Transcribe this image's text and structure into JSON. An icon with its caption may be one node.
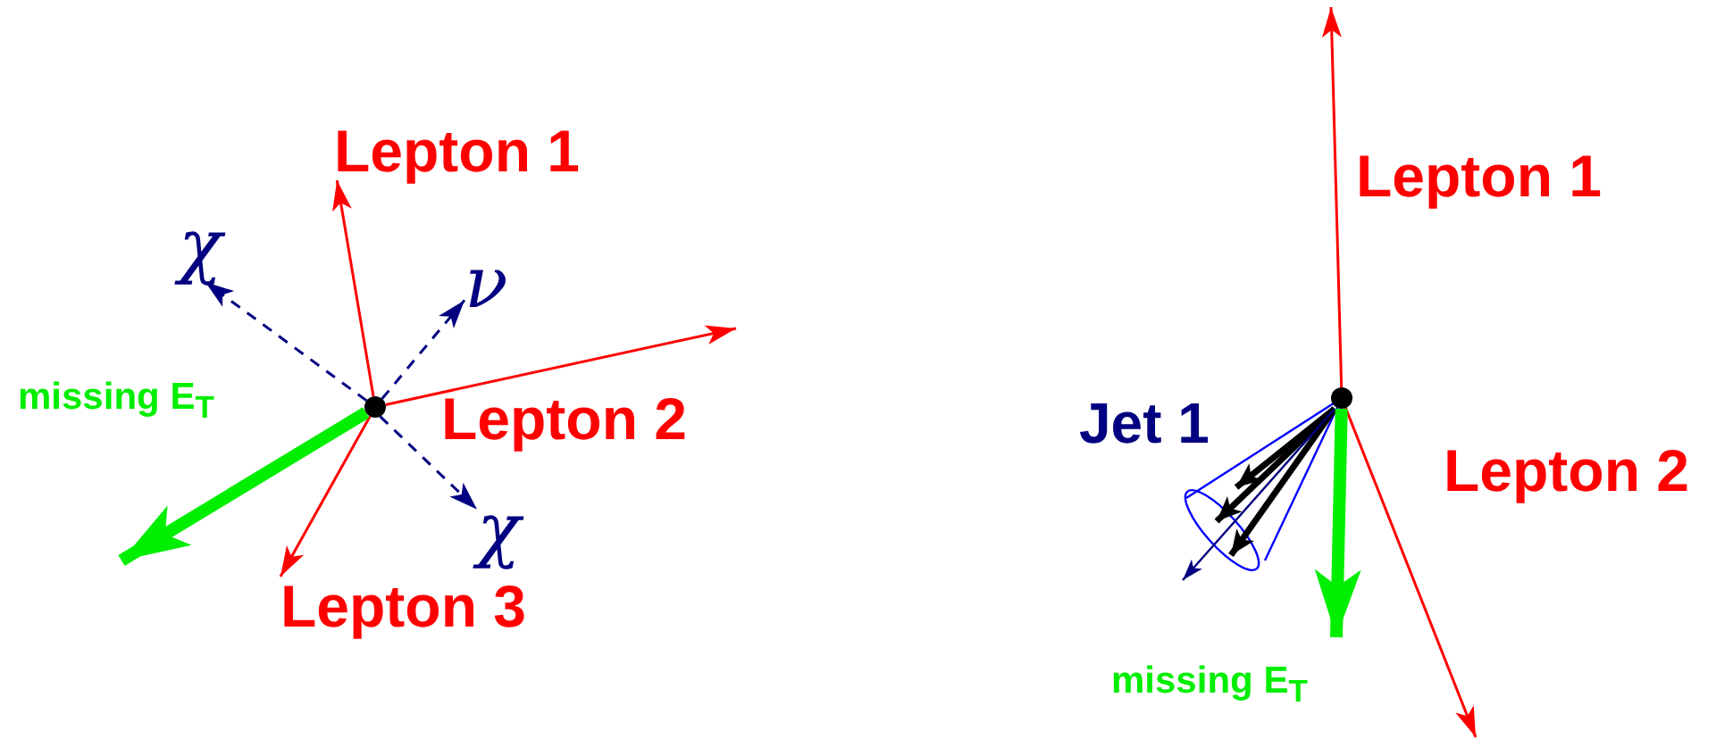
{
  "diagram": {
    "nodes": [
      {
        "text": [],
        "shape": "circle"
      },
      {
        "text": [],
        "shape": "circle"
      },
      {
        "text": [
          "Lepton 1"
        ]
      },
      {
        "text": [
          "χ"
        ]
      },
      {
        "text": [
          "ν"
        ]
      },
      {
        "text": [
          "χ"
        ]
      },
      {
        "text": [
          "Lepton 3"
        ]
      }
    ],
    "edges": [
      {
        "from": 0,
        "to": 2,
        "arrow": "to"
      },
      {
        "from": 0,
        "to": null,
        "arrow": "to"
      },
      {
        "from": 0,
        "to": 6,
        "arrow": "to"
      },
      {
        "from": 0,
        "to": null,
        "arrow": "to",
        "style": "thick",
        "color": "#00ee00"
      },
      {
        "from": 0,
        "to": 3,
        "arrow": "to",
        "style": "dashed",
        "color": "#000080"
      },
      {
        "from": 0,
        "to": 4,
        "arrow": "to",
        "style": "dashed",
        "color": "#000080"
      },
      {
        "from": 0,
        "to": 5,
        "arrow": "to",
        "style": "dashed",
        "color": "#000080"
      },
      {
        "from": 1,
        "to": null,
        "arrow": "to"
      },
      {
        "from": 1,
        "to": null,
        "arrow": "to"
      },
      {
        "from": 1,
        "to": null,
        "arrow": "to",
        "style": "thick",
        "color": "#00ee00"
      }
    ],
    "labels": [
      "Lepton 1",
      "missing E$_{T}$",
      "Lepton 2",
      "Jet 1",
      "Lepton 2",
      "missing E$_{T}$"
    ]
  }
}
